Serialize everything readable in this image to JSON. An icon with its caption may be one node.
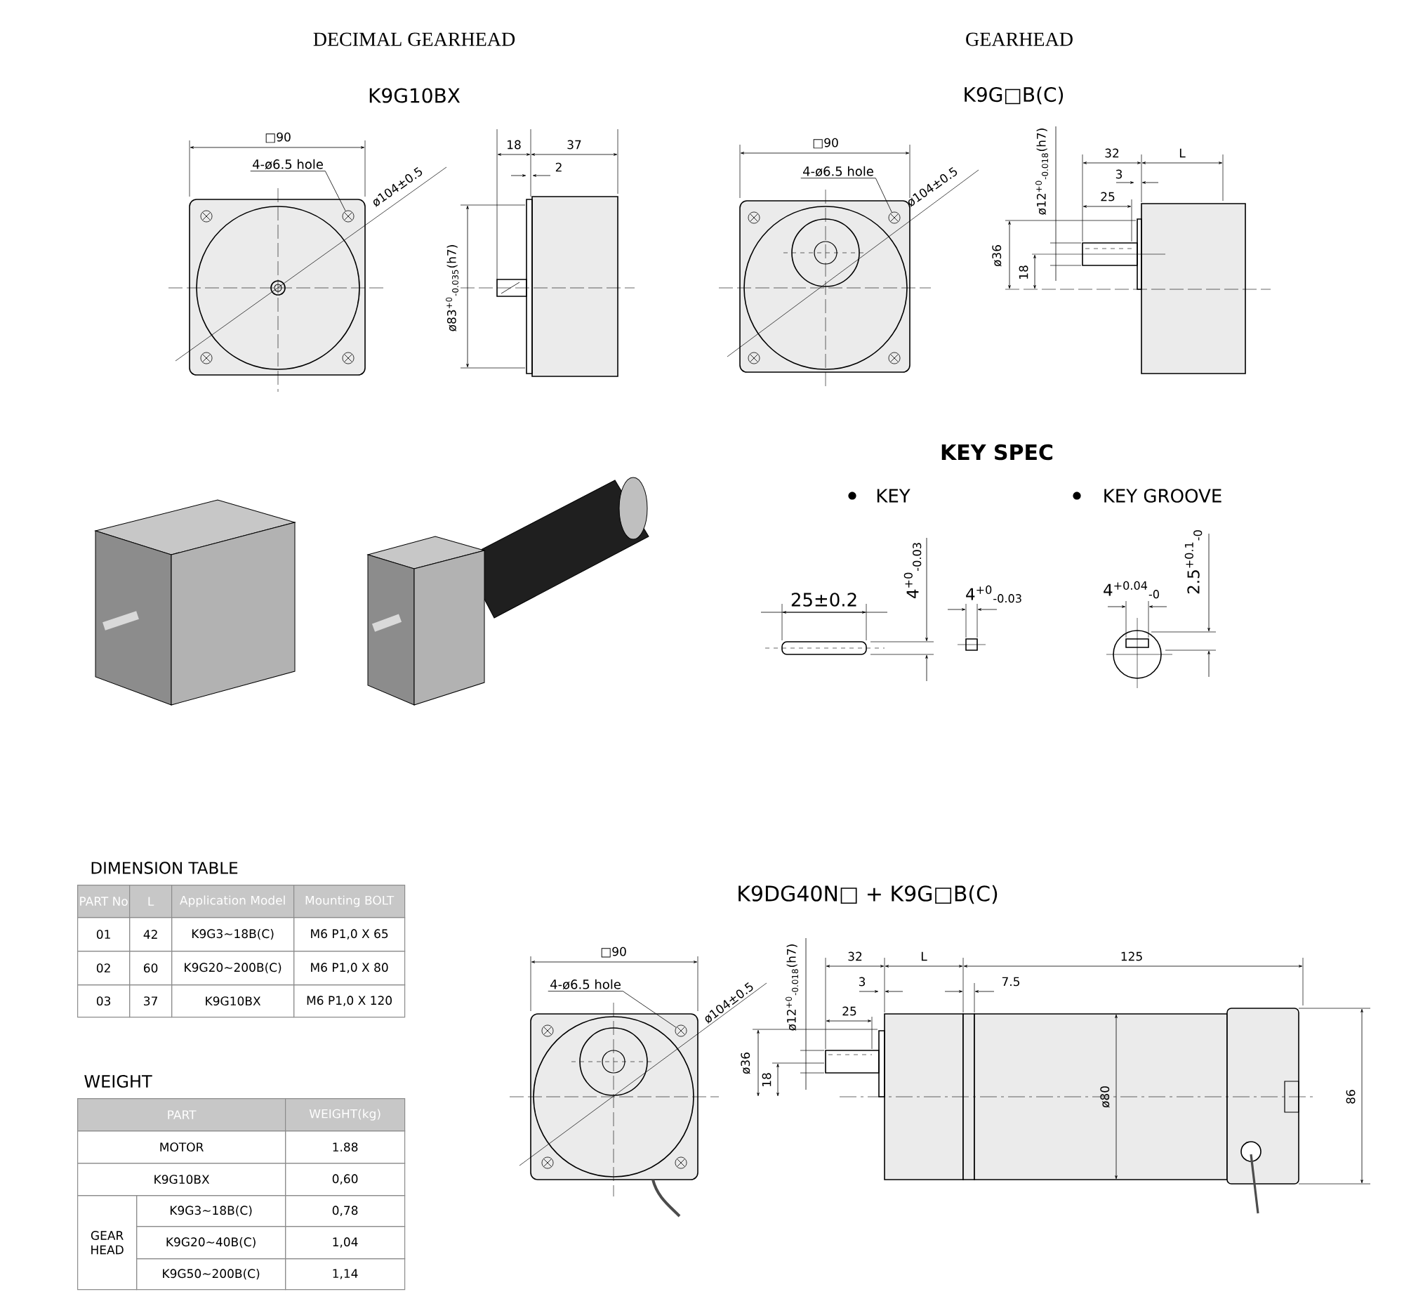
{
  "diagram": {
    "nodes": [
      {
        "text": [
          "4-ø6.5 hole"
        ]
      },
      {
        "text": [],
        "shape": "circle"
      },
      {
        "text": [
          "4-ø6.5 hole"
        ]
      },
      {
        "text": [],
        "shape": "circle"
      },
      {
        "text": [
          "4-ø6.5 hole"
        ]
      },
      {
        "text": [],
        "shape": "circle"
      }
    ],
    "edges": [
      {
        "from": 0,
        "to": 1,
        "arrow": "none"
      },
      {
        "from": 2,
        "to": 3,
        "arrow": "none"
      },
      {
        "from": 4,
        "to": 5,
        "arrow": "none"
      }
    ],
    "labels": [
      "DECIMAL GEARHEAD",
      "GEARHEAD",
      "K9G10BX",
      "K9G□B(C)",
      "□90",
      "ø104±0.5",
      "18",
      "37",
      "2",
      "ø83$^{+0}$$_{-0.035}$(h7)",
      "□90",
      "ø104±0.5",
      "ø12$^{+0}$$_{-0.018}$(h7)",
      "32",
      "L",
      "3",
      "25",
      "ø36",
      "18",
      "KEY SPEC",
      "KEY",
      "KEY GROOVE",
      "25±0.2",
      "4$^{+0}$$_{-0.03}$",
      "4$^{+0}$$_{-0.03}$",
      "4$^{+0.04}$$_{-0}$",
      "2.5$^{+0.1}$$_{-0}$",
      "DIMENSION TABLE",
      "PART No",
      "L",
      "Application Model",
      "Mounting BOLT",
      "01",
      "42",
      "K9G3∼18B(C)",
      "M6 P1,0 X 65",
      "02",
      "60",
      "K9G20∼200B(C)",
      "M6 P1,0 X 80",
      "03",
      "37",
      "K9G10BX",
      "M6 P1,0 X 120",
      "K9DG40N□ + K9G□B(C)",
      "□90",
      "ø104±0.5",
      "ø12$^{+0}$$_{-0.018}$(h7)",
      "32",
      "L",
      "125",
      "3",
      "7.5",
      "25",
      "ø36",
      "18",
      "ø80",
      "86",
      "WEIGHT",
      "PART",
      "WEIGHT(kg)",
      "MOTOR",
      "1.88",
      "K9G10BX",
      "0,60",
      "GEAR HEAD",
      "K9G3∼18B(C)",
      "0,78",
      "K9G20∼40B(C)",
      "1,04",
      "K9G50∼200B(C)",
      "1,14"
    ]
  }
}
